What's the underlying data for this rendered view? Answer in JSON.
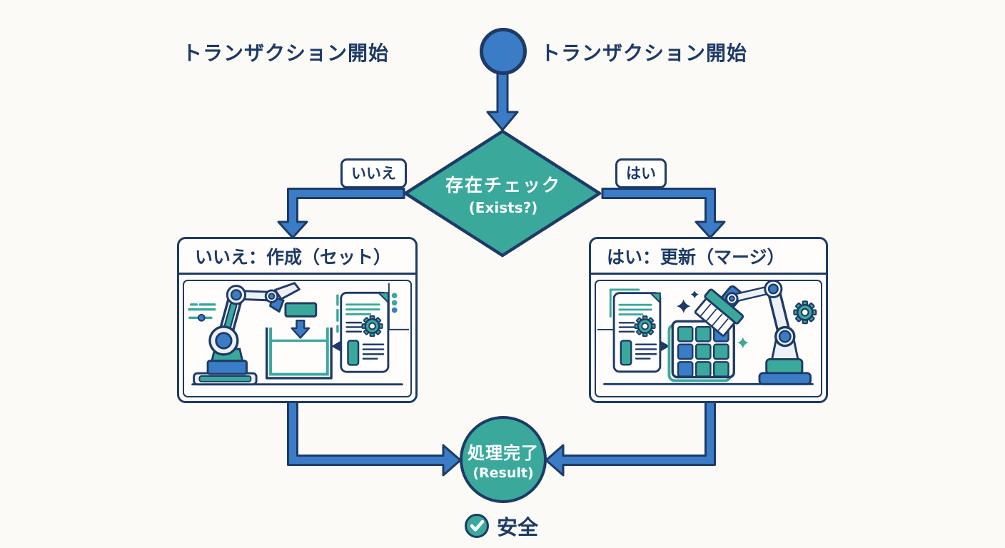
{
  "title_labels": {
    "left": "トランザクション開始",
    "right": "トランザクション開始"
  },
  "nodes": {
    "decision": {
      "title": "存在チェック",
      "subtitle": "(Exists?)"
    },
    "no_box": {
      "title": "いいえ：作成（セット）"
    },
    "yes_box": {
      "title": "はい：更新（マージ）"
    },
    "result": {
      "title": "処理完了",
      "subtitle": "(Result)"
    }
  },
  "edges": {
    "no_label": "いいえ",
    "yes_label": "はい"
  },
  "footer": {
    "safe_label": "安全",
    "check_icon": "checkmark-in-teal-circle"
  },
  "colors": {
    "navy": "#1e3a66",
    "blue": "#3b7cc7",
    "teal": "#3aa99c",
    "bg": "#fbfaf7",
    "white": "#ffffff"
  }
}
